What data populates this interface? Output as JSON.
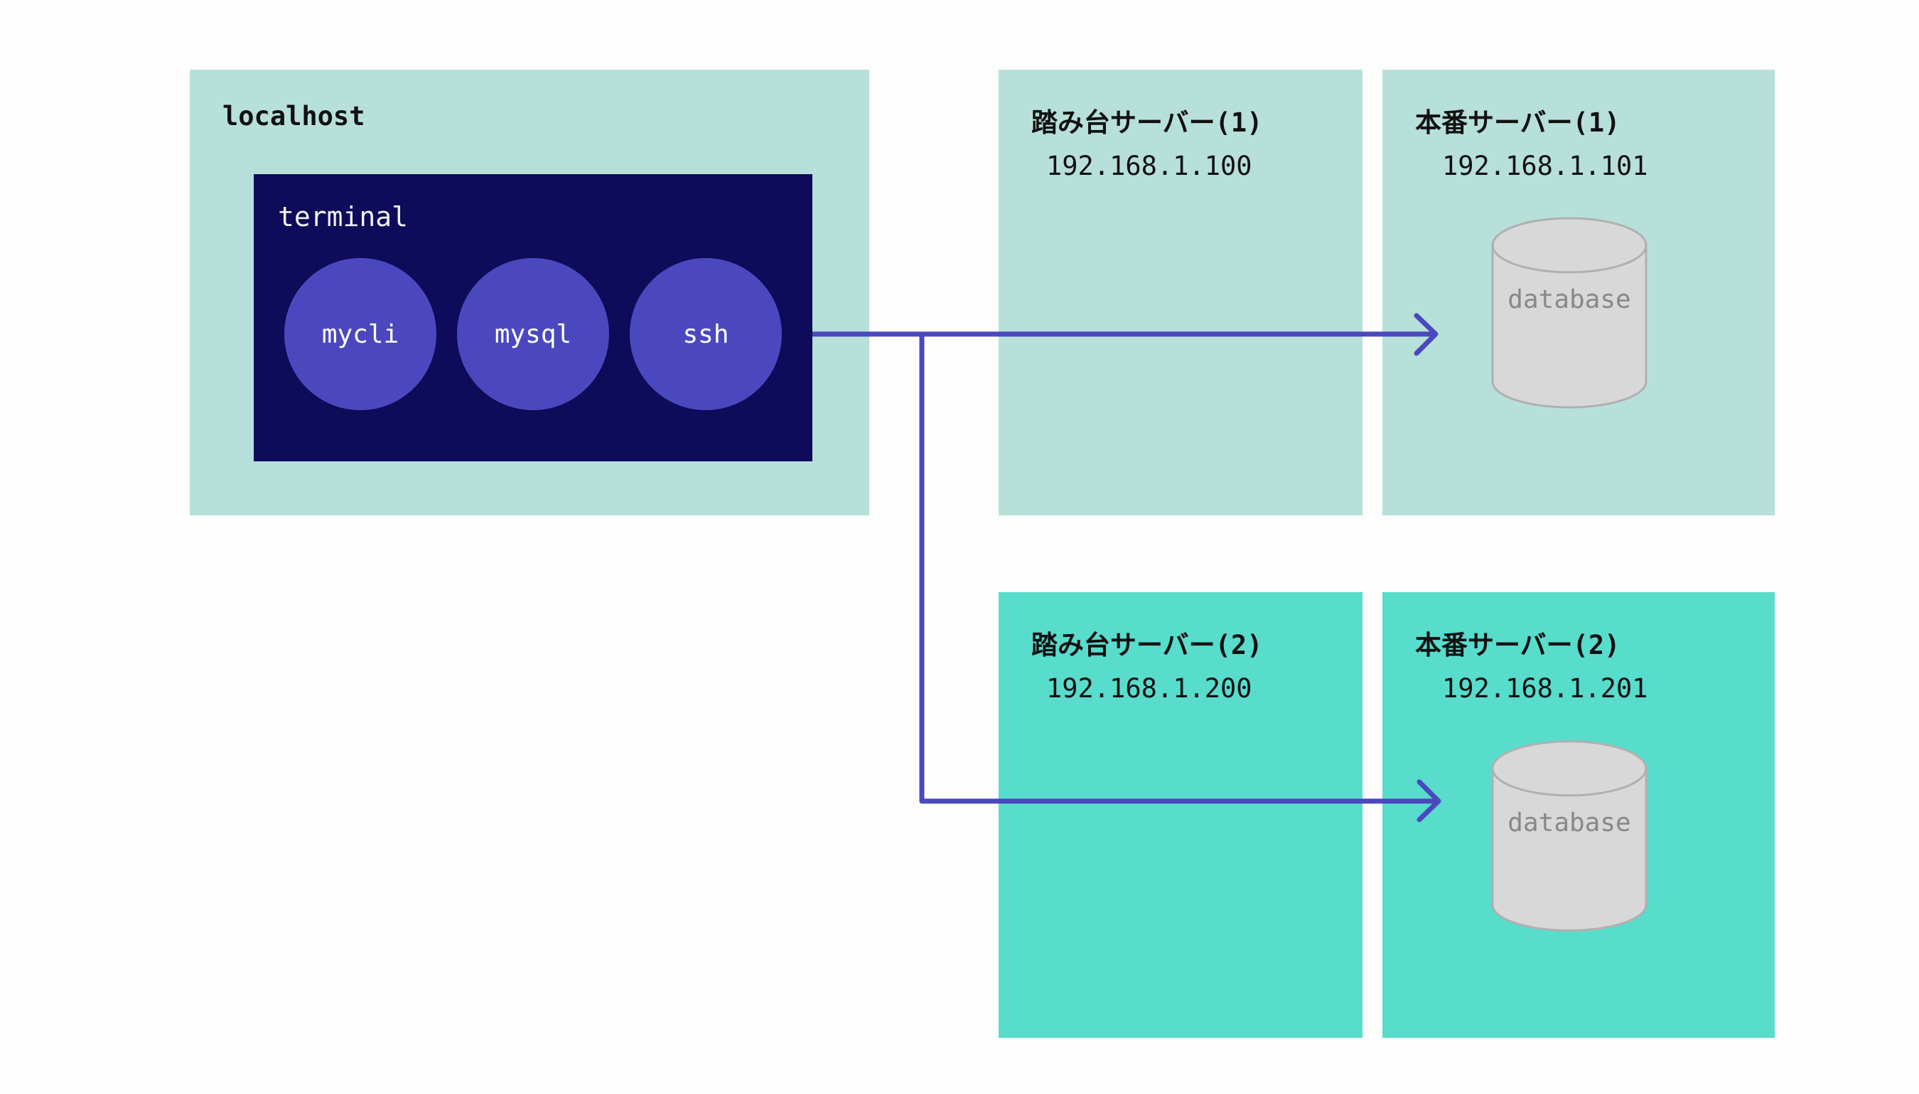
{
  "localhost": {
    "title": "localhost",
    "terminal": {
      "label": "terminal",
      "processes": [
        "mycli",
        "mysql",
        "ssh"
      ]
    }
  },
  "servers": [
    {
      "title": "踏み台サーバー(1)",
      "ip": "192.168.1.100"
    },
    {
      "title": "本番サーバー(1)",
      "ip": "192.168.1.101",
      "db": "database"
    },
    {
      "title": "踏み台サーバー(2)",
      "ip": "192.168.1.200"
    },
    {
      "title": "本番サーバー(2)",
      "ip": "192.168.1.201",
      "db": "database"
    }
  ],
  "colors": {
    "box_row1": "#b7e0da",
    "box_row2": "#58dccc",
    "terminal": "#0e0b5a",
    "process": "#4b48bf",
    "connection": "#4b48bf",
    "database": "#d8d8d8"
  }
}
